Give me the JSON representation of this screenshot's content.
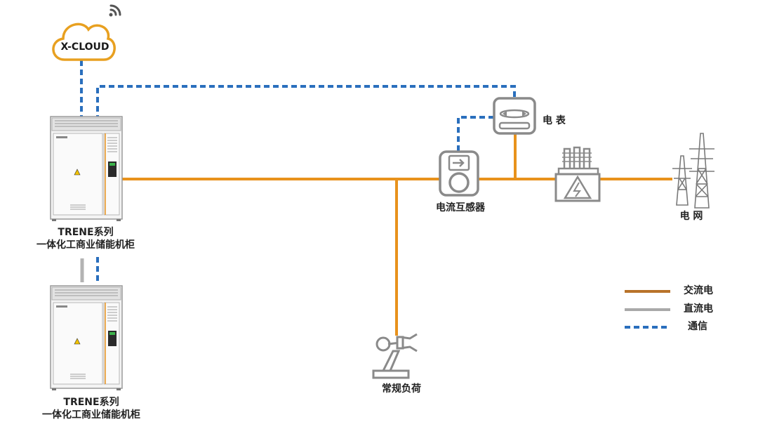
{
  "nodes": {
    "cloud": {
      "label": "X-CLOUD"
    },
    "cabinet_top": {
      "line1": "TRENE系列",
      "line2": "一体化工商业储能机柜"
    },
    "cabinet_bottom": {
      "line1": "TRENE系列",
      "line2": "一体化工商业储能机柜"
    },
    "meter": {
      "label": "电 表"
    },
    "ct": {
      "label": "电流互感器"
    },
    "grid": {
      "label": "电 网"
    },
    "load": {
      "label": "常规负荷"
    }
  },
  "legend": [
    {
      "label": "交流电",
      "color": "#b8732a",
      "style": "solid"
    },
    {
      "label": "直流电",
      "color": "#a9a9a9",
      "style": "solid"
    },
    {
      "label": "通信",
      "color": "#2a6fbd",
      "style": "dashed"
    }
  ],
  "colors": {
    "ac_line": "#e8921c",
    "dc_line": "#b3b3b3",
    "comm_line": "#2a6fbd",
    "cloud_outline": "#e8a020",
    "device_gray": "#8a8a8a"
  }
}
